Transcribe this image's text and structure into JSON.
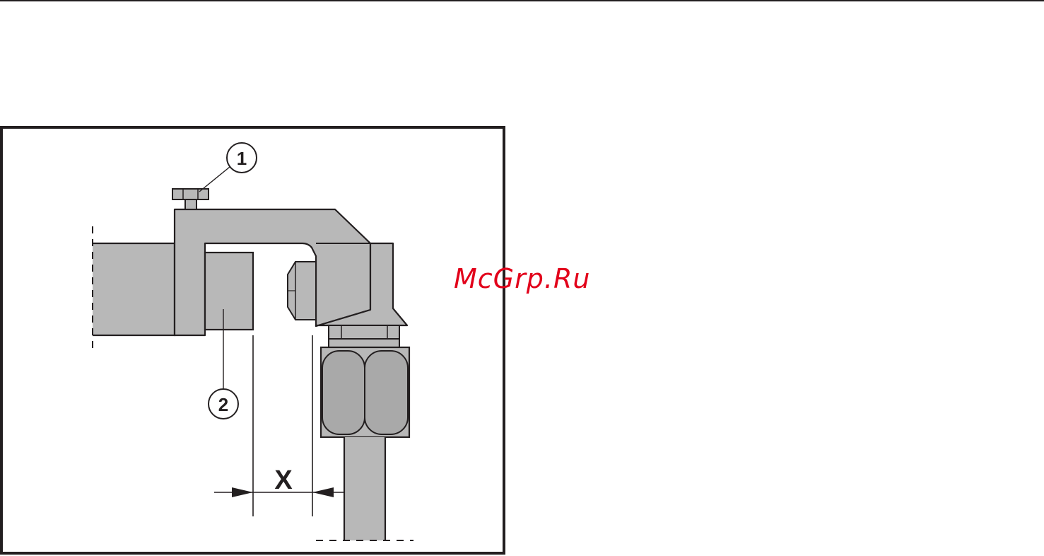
{
  "watermark": {
    "text": "McGrp.Ru",
    "color": "#e2001a"
  },
  "callouts": [
    {
      "id": "1",
      "label": "1"
    },
    {
      "id": "2",
      "label": "2"
    }
  ],
  "dimension": {
    "label": "X"
  },
  "colors": {
    "part_fill": "#b8b8b8",
    "nut_fill": "#a9a9a9",
    "outline": "#231f20",
    "frame": "#231f20",
    "background": "#ffffff"
  }
}
